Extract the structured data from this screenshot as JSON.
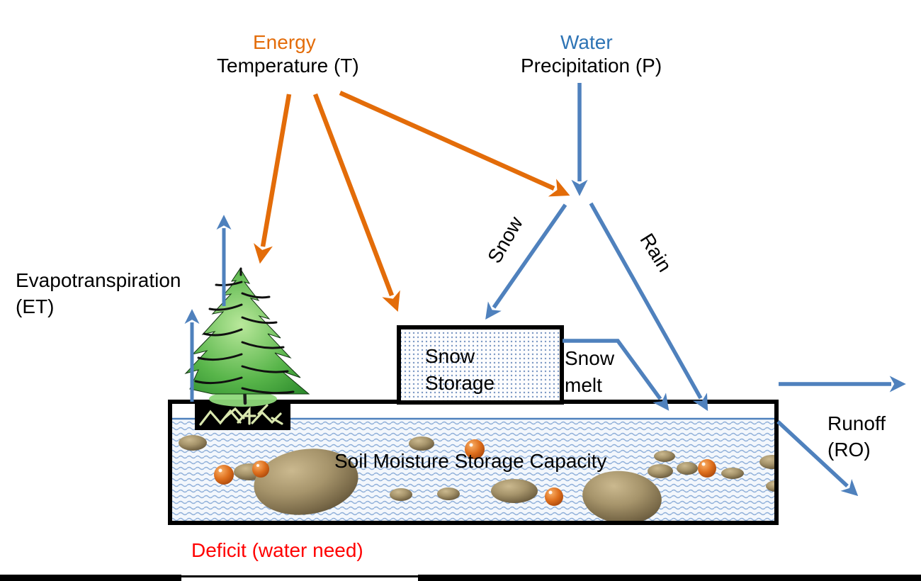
{
  "energy_group": {
    "heading": "Energy",
    "subheading": "Temperature (T)"
  },
  "water_group": {
    "heading": "Water",
    "subheading": "Precipitation (P)"
  },
  "evapotranspiration": {
    "line1": "Evapotranspiration",
    "line2": "(ET)"
  },
  "flow_labels": {
    "snow": "Snow",
    "rain": "Rain"
  },
  "snow_storage": {
    "line1": "Snow",
    "line2": "Storage"
  },
  "snow_melt": {
    "line1": "Snow",
    "line2": "melt"
  },
  "soil": {
    "capacity": "Soil Moisture Storage Capacity"
  },
  "runoff": {
    "line1": "Runoff",
    "line2": "(RO)"
  },
  "deficit": "Deficit (water need)",
  "colors": {
    "energy_orange": "#E36C09",
    "water_blue": "#4F81BD",
    "water_heading_blue": "#2E74B5",
    "deficit_red": "#FF0000",
    "soil_wave_blue": "#8FAFD9",
    "snow_dot_blue": "#7B98C4"
  }
}
